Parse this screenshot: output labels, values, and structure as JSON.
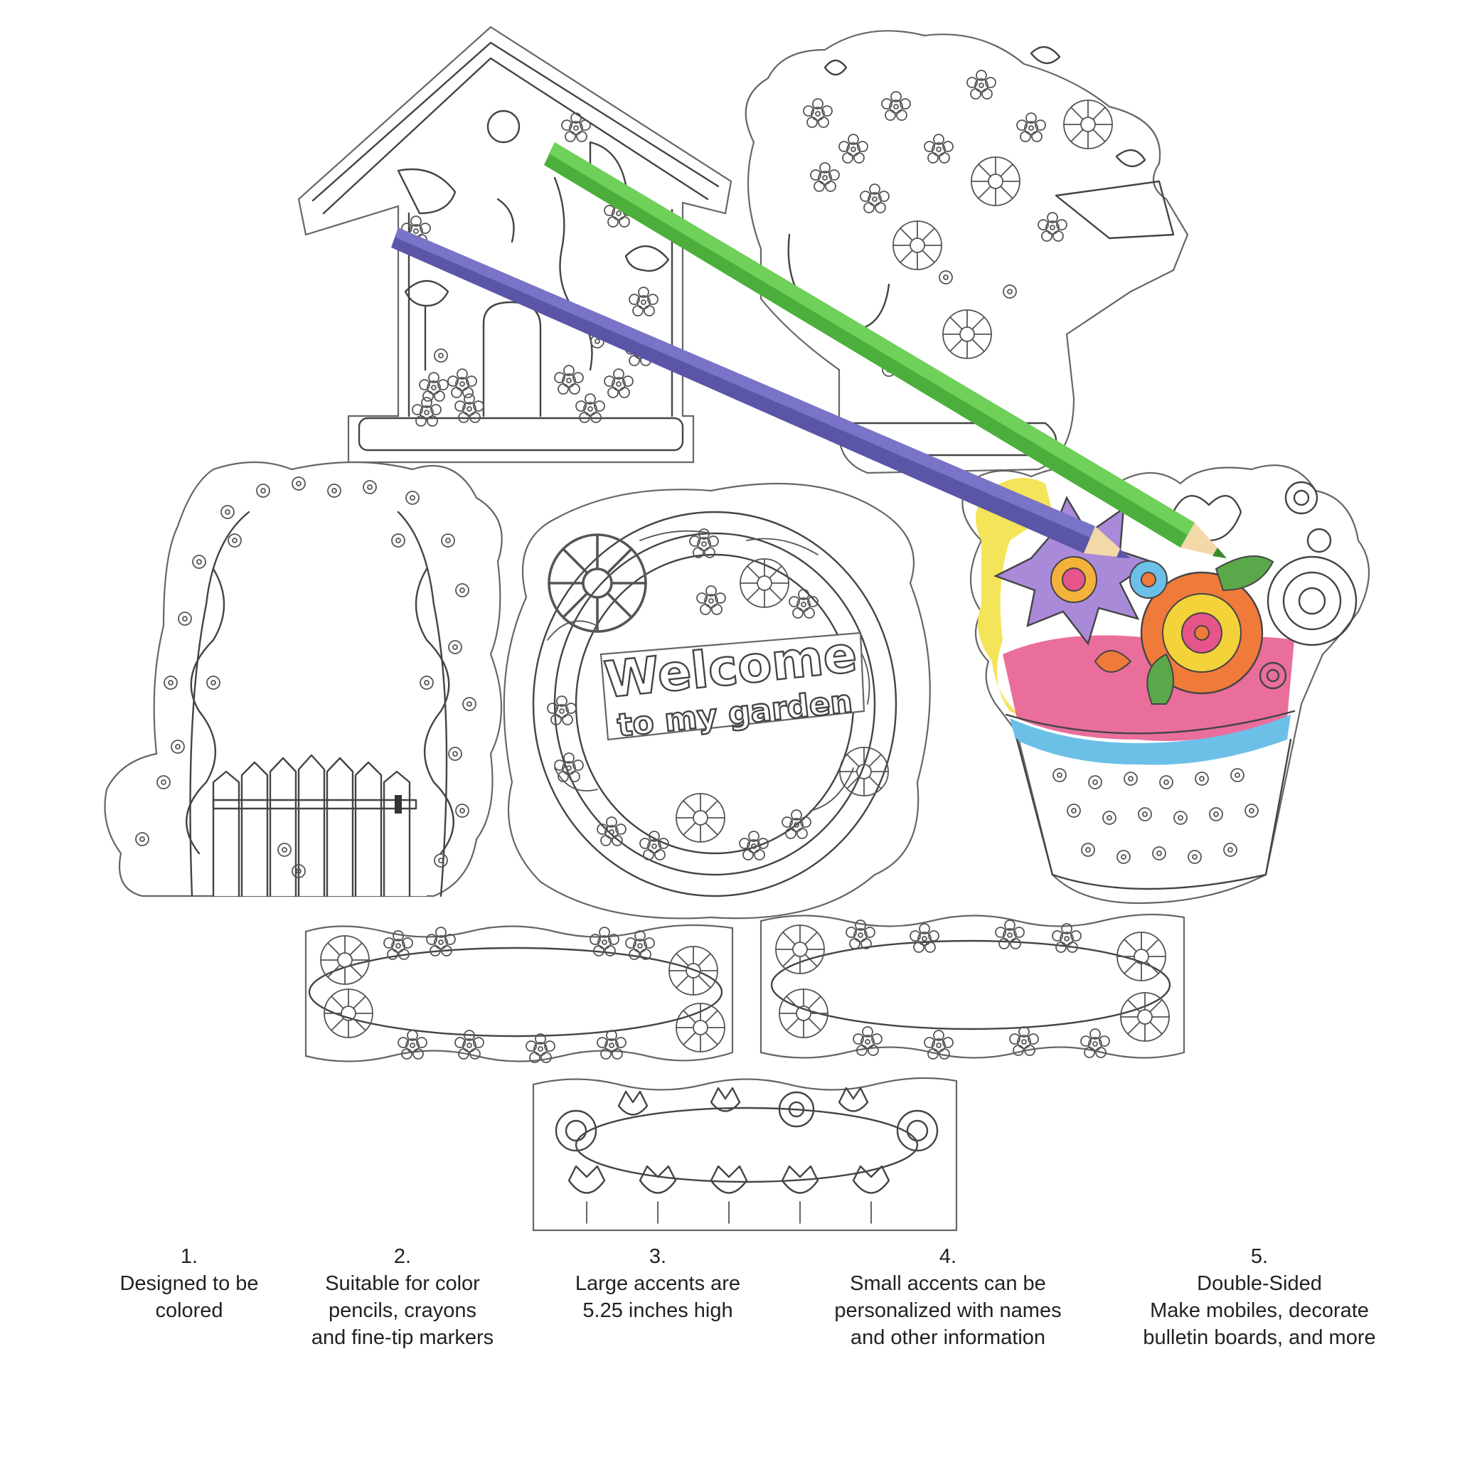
{
  "features": [
    {
      "number": "1.",
      "line1": "Designed to be",
      "line2": "colored",
      "line3": ""
    },
    {
      "number": "2.",
      "line1": "Suitable for color",
      "line2": "pencils, crayons",
      "line3": "and fine-tip markers"
    },
    {
      "number": "3.",
      "line1": "Large accents are",
      "line2": "5.25 inches high",
      "line3": ""
    },
    {
      "number": "4.",
      "line1": "Small accents can be",
      "line2": "personalized with names",
      "line3": "and other information"
    },
    {
      "number": "5.",
      "line1": "Double-Sided",
      "line2": "Make mobiles, decorate",
      "line3": "bulletin boards, and more"
    }
  ],
  "wreath": {
    "word1": "Welcome",
    "word2": "to my garden"
  },
  "colors": {
    "pencil_green": "#4caf3c",
    "pencil_purple": "#5b55a8",
    "flower_purple": "#a88ad8",
    "flower_orange": "#f07a3a",
    "pot_pink": "#e5558a",
    "pot_blue": "#6cc0e8",
    "background_yellow": "#f4e45a",
    "leaf_green": "#5aa84a"
  }
}
